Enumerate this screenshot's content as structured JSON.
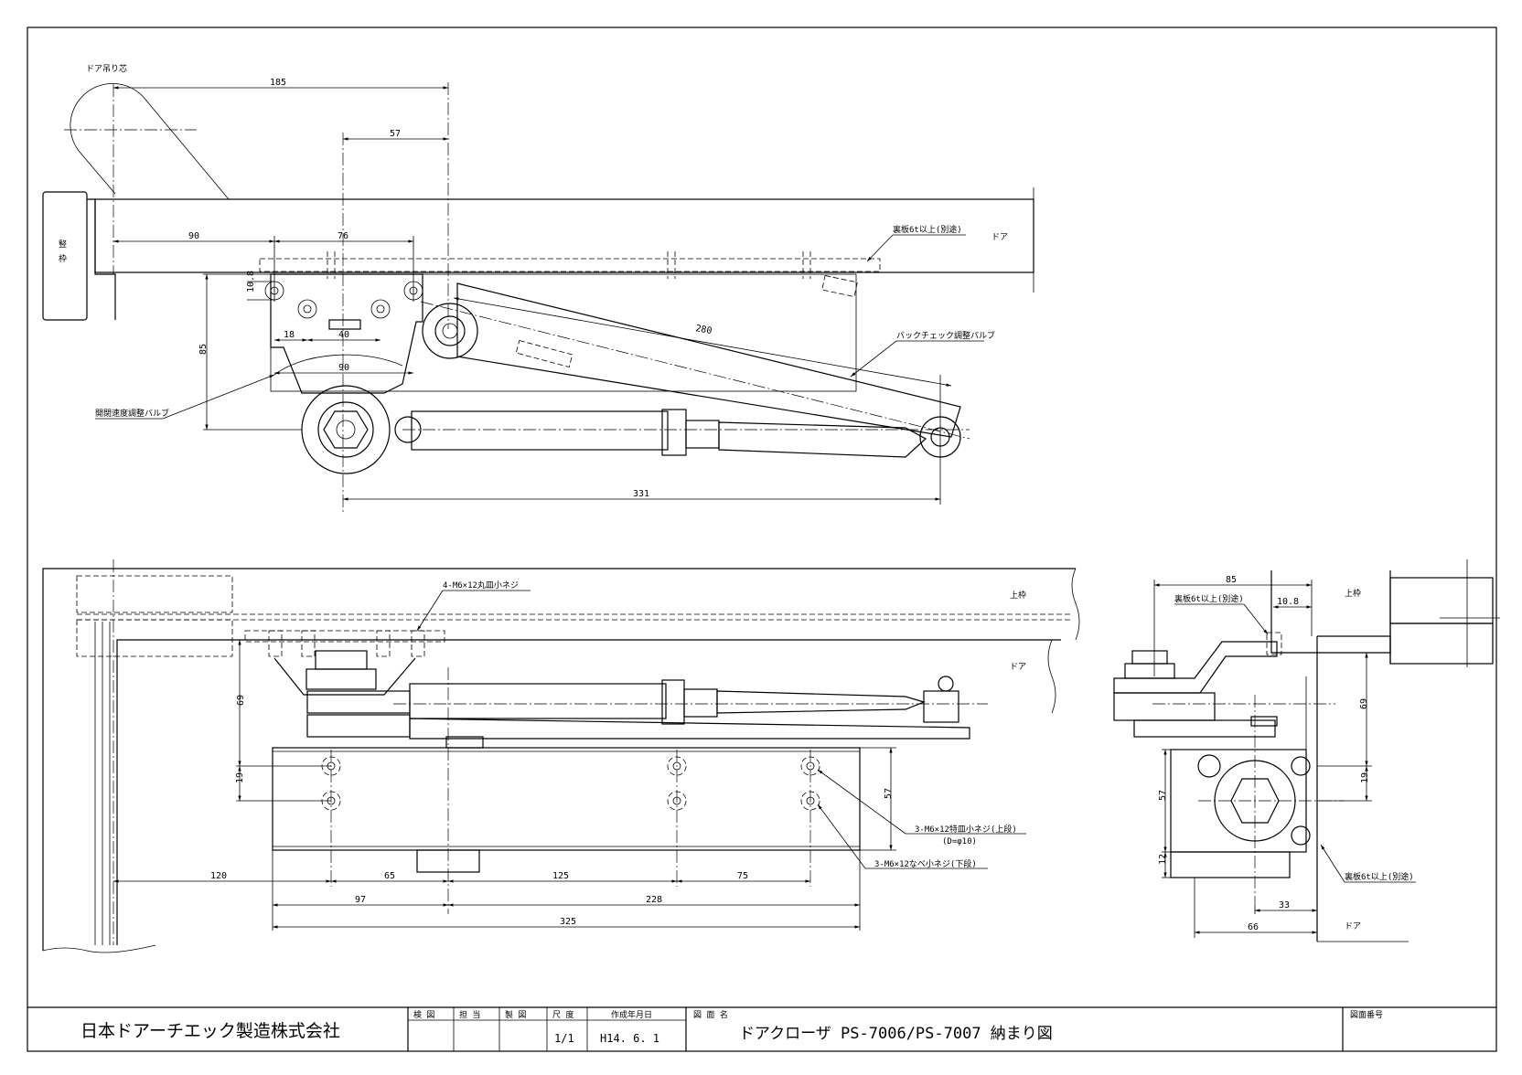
{
  "top_view": {
    "labels": {
      "door_pivot": "ドア吊り芯",
      "jamb": [
        "竪",
        "枠"
      ],
      "door": "ドア",
      "backplate": "裏板6t以上(別途)",
      "backcheck_valve": "バックチェック調整バルブ",
      "speed_valve": "開閉速度調整バルブ"
    },
    "dims": {
      "d185": "185",
      "d57": "57",
      "d90a": "90",
      "d76": "76",
      "d10_8": "10.8",
      "d18": "18",
      "d40": "40",
      "d85": "85",
      "d90b": "90",
      "d280": "280",
      "d331": "331"
    }
  },
  "front_view": {
    "labels": {
      "screws_top": "4-M6×12丸皿小ネジ",
      "upper_frame": "上枠",
      "door": "ドア",
      "screw_upper": "3-M6×12特皿小ネジ(上段)",
      "screw_upper_d": "(D=φ10)",
      "screw_lower": "3-M6×12なべ小ネジ(下段)"
    },
    "dims": {
      "d69": "69",
      "d19": "19",
      "d57": "57",
      "d120": "120",
      "d65": "65",
      "d125": "125",
      "d75": "75",
      "d97": "97",
      "d228": "228",
      "d325": "325"
    }
  },
  "side_view": {
    "labels": {
      "upper_frame": "上枠",
      "backplate_top": "裏板6t以上(別途)",
      "backplate_bottom": "裏板6t以上(別途)",
      "door": "ドア"
    },
    "dims": {
      "d85": "85",
      "d10_8": "10.8",
      "d69": "69",
      "d19": "19",
      "d57": "57",
      "d12": "12",
      "d33": "33",
      "d66": "66"
    }
  },
  "title_block": {
    "company": "日本ドアーチエック製造株式会社",
    "headers": [
      "検 図",
      "担 当",
      "製 図",
      "尺 度",
      "作成年月日",
      "図 面 名",
      "図面番号"
    ],
    "scale": "1/1",
    "date": "H14. 6. 1",
    "drawing_name": "ドアクローザ PS-7006/PS-7007 納まり図"
  }
}
